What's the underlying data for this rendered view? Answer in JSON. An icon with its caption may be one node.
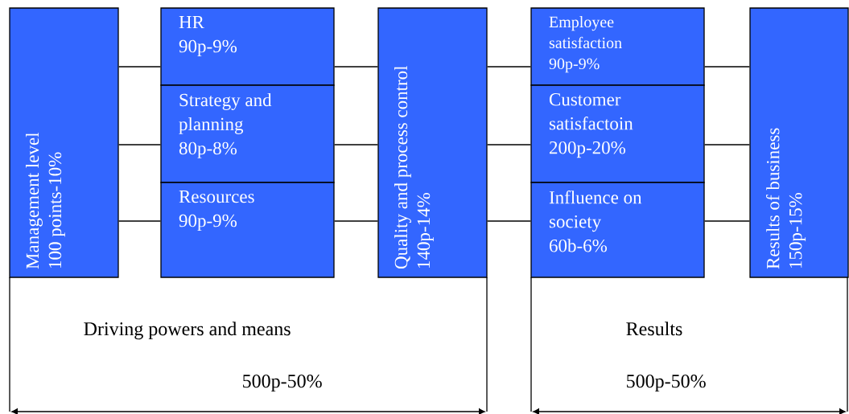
{
  "diagram": {
    "nodes": [
      {
        "text": [
          "Management level",
          "100 points-10%"
        ]
      },
      {
        "text": [
          "HR",
          "90p-9%"
        ]
      },
      {
        "text": [
          "Strategy and planning",
          "80p-8%"
        ]
      },
      {
        "text": [
          "Resources",
          "90p-9%"
        ]
      },
      {
        "text": [
          "Quality and process control",
          "140p-14%"
        ]
      },
      {
        "text": [
          "Employee satisfaction",
          "90p-9%"
        ]
      },
      {
        "text": [
          "Customer satisfactoin",
          "200p-20%"
        ]
      },
      {
        "text": [
          "Influence on society",
          "60b-6%"
        ]
      },
      {
        "text": [
          "Results of business",
          "150p-15%"
        ]
      }
    ],
    "edges": [
      {
        "from": 0,
        "to": 1,
        "arrow": "none"
      },
      {
        "from": 0,
        "to": 2,
        "arrow": "none"
      },
      {
        "from": 0,
        "to": 3,
        "arrow": "none"
      },
      {
        "from": 1,
        "to": 4,
        "arrow": "none"
      },
      {
        "from": 2,
        "to": 4,
        "arrow": "none"
      },
      {
        "from": 3,
        "to": 4,
        "arrow": "none"
      },
      {
        "from": 4,
        "to": 5,
        "arrow": "none"
      },
      {
        "from": 4,
        "to": 6,
        "arrow": "none"
      },
      {
        "from": 4,
        "to": 7,
        "arrow": "none"
      },
      {
        "from": 5,
        "to": 8,
        "arrow": "none"
      },
      {
        "from": 6,
        "to": 8,
        "arrow": "none"
      },
      {
        "from": 7,
        "to": 8,
        "arrow": "none"
      }
    ],
    "labels": [
      "Driving powers and means",
      "500p-50%",
      "Results",
      "500p-50%"
    ]
  }
}
